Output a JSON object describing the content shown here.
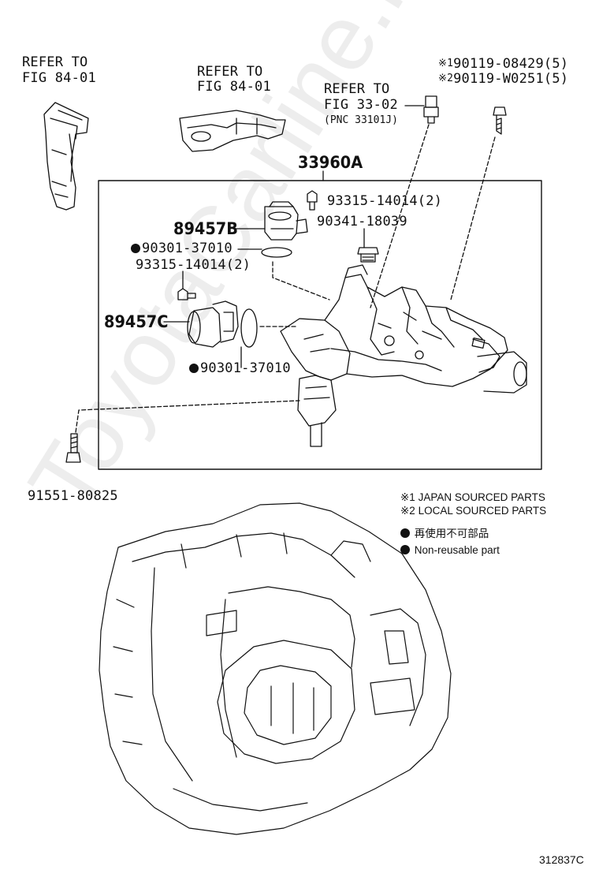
{
  "refs": {
    "left_line1": "REFER TO",
    "left_line2": "FIG 84-01",
    "mid_line1": "REFER TO",
    "mid_line2": "FIG 84-01",
    "right_line1": "REFER TO",
    "right_line2": "FIG 33-02",
    "right_line3": "(PNC 33101J)"
  },
  "bolt_japan_mark": "※1",
  "bolt_japan_part": "90119-08429(5)",
  "bolt_local_mark": "※2",
  "bolt_local_part": "90119-W0251(5)",
  "assembly_label": "33960A",
  "parts": {
    "screw_top": "93315-14014(2)",
    "plug": "90341-18039",
    "sensor_b": "89457B",
    "oring_top": "90301-37010",
    "screw_left": "93315-14014(2)",
    "sensor_c": "89457C",
    "oring_bottom": "90301-37010",
    "bolt_bottom": "91551-80825"
  },
  "legend": {
    "japan": "※1 JAPAN SOURCED PARTS",
    "local": "※2 LOCAL SOURCED PARTS",
    "nonreuse_jp": "再使用不可部品",
    "nonreuse_en": "Non-reusable part"
  },
  "watermark": "ToyotaCarline.ru",
  "figure_id": "312837C"
}
